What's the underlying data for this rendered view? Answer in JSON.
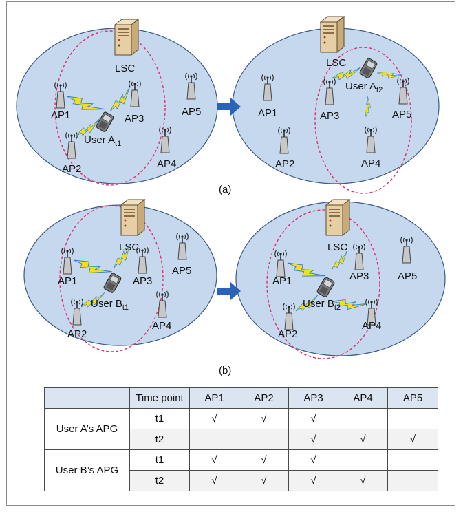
{
  "labels": {
    "lsc": "LSC",
    "ap1": "AP1",
    "ap2": "AP2",
    "ap3": "AP3",
    "ap4": "AP4",
    "ap5": "AP5",
    "user_prefix_a": "User A",
    "user_prefix_b": "User B",
    "sub_t1": "t1",
    "sub_t2": "t2",
    "caption_a": "(a)",
    "caption_b": "(b)"
  },
  "table": {
    "headers": [
      "",
      "Time point",
      "AP1",
      "AP2",
      "AP3",
      "AP4",
      "AP5"
    ],
    "groups": [
      {
        "name": "User A’s APG",
        "rows": [
          {
            "time": "t1",
            "marks": [
              "√",
              "√",
              "√",
              "",
              ""
            ]
          },
          {
            "time": "t2",
            "marks": [
              "",
              "",
              "√",
              "√",
              "√"
            ]
          }
        ]
      },
      {
        "name": "User B’s APG",
        "rows": [
          {
            "time": "t1",
            "marks": [
              "√",
              "√",
              "√",
              "",
              ""
            ]
          },
          {
            "time": "t2",
            "marks": [
              "√",
              "√",
              "√",
              "√",
              ""
            ]
          }
        ]
      }
    ]
  },
  "colors": {
    "cloud_fill": "#c5d8ee",
    "cloud_stroke": "#3b5a86",
    "group_ellipse": "#e0306a",
    "link": "#f2df1a",
    "arrow": "#2a63b8",
    "server": "#e6cfa5"
  }
}
